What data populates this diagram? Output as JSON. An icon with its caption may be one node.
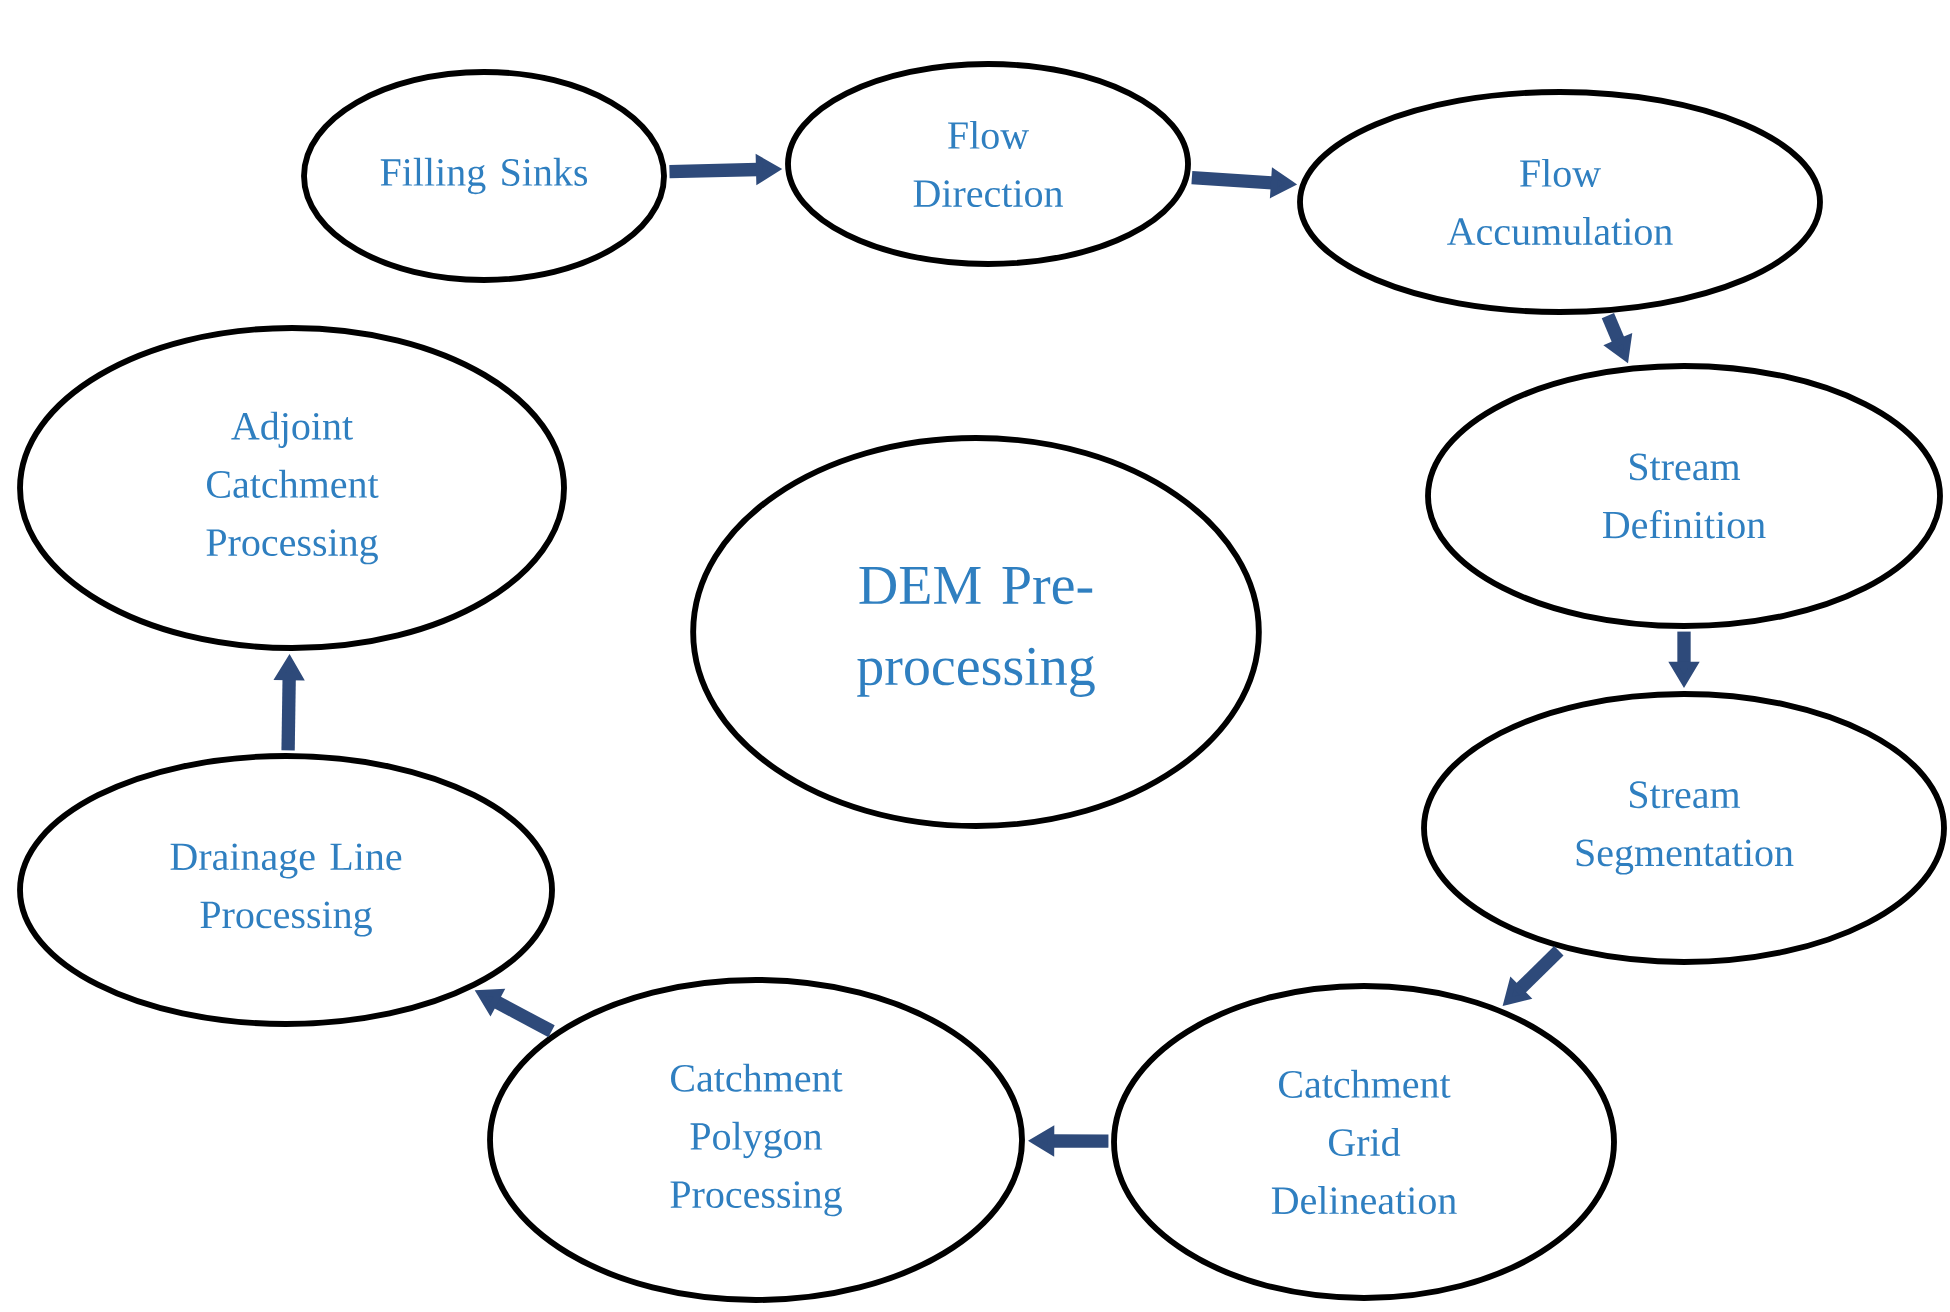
{
  "diagram": {
    "nodes": [
      {
        "text": [
          "Filling Sinks"
        ]
      },
      {
        "text": [
          "Flow Direction"
        ]
      },
      {
        "text": [
          "Flow Accumulation"
        ]
      },
      {
        "text": [
          "Stream Definition"
        ]
      },
      {
        "text": [
          "Stream Segmentation"
        ]
      },
      {
        "text": [
          "Catchment Grid Delineation"
        ]
      },
      {
        "text": [
          "Catchment Polygon Processing"
        ]
      },
      {
        "text": [
          "Drainage Line Processing"
        ]
      },
      {
        "text": [
          "Adjoint Catchment Processing"
        ]
      },
      {
        "text": [
          "DEM Pre-processing"
        ]
      }
    ],
    "edges": [
      {
        "from": 0,
        "to": 1,
        "arrow": "to"
      },
      {
        "from": 1,
        "to": 2,
        "arrow": "to"
      },
      {
        "from": 2,
        "to": 3,
        "arrow": "to"
      },
      {
        "from": 3,
        "to": 4,
        "arrow": "to"
      },
      {
        "from": 4,
        "to": 5,
        "arrow": "to"
      },
      {
        "from": 5,
        "to": 6,
        "arrow": "to"
      },
      {
        "from": 6,
        "to": 7,
        "arrow": "to"
      },
      {
        "from": 7,
        "to": 8,
        "arrow": "to"
      }
    ]
  }
}
